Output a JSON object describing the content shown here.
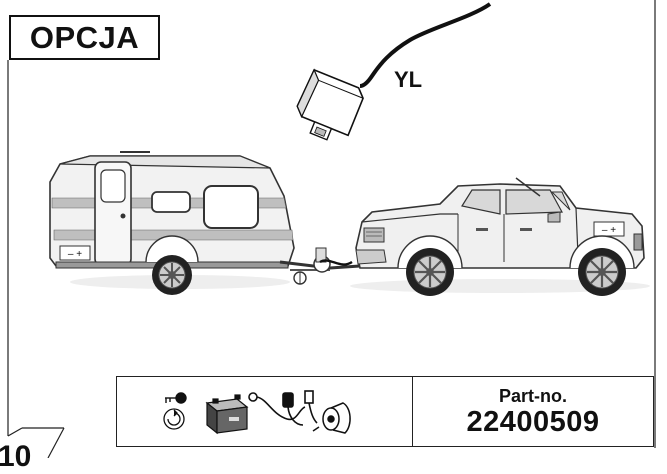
{
  "option_label": "OPCJA",
  "connector_label": "YL",
  "battery_polarity": "– +",
  "parts": {
    "part_no_label": "Part-no.",
    "part_no_value": "22400509",
    "icons": [
      "key-icon",
      "rotate-icon",
      "battery-icon",
      "wiring-harness-icon",
      "socket-icon"
    ]
  },
  "page_number": "10"
}
